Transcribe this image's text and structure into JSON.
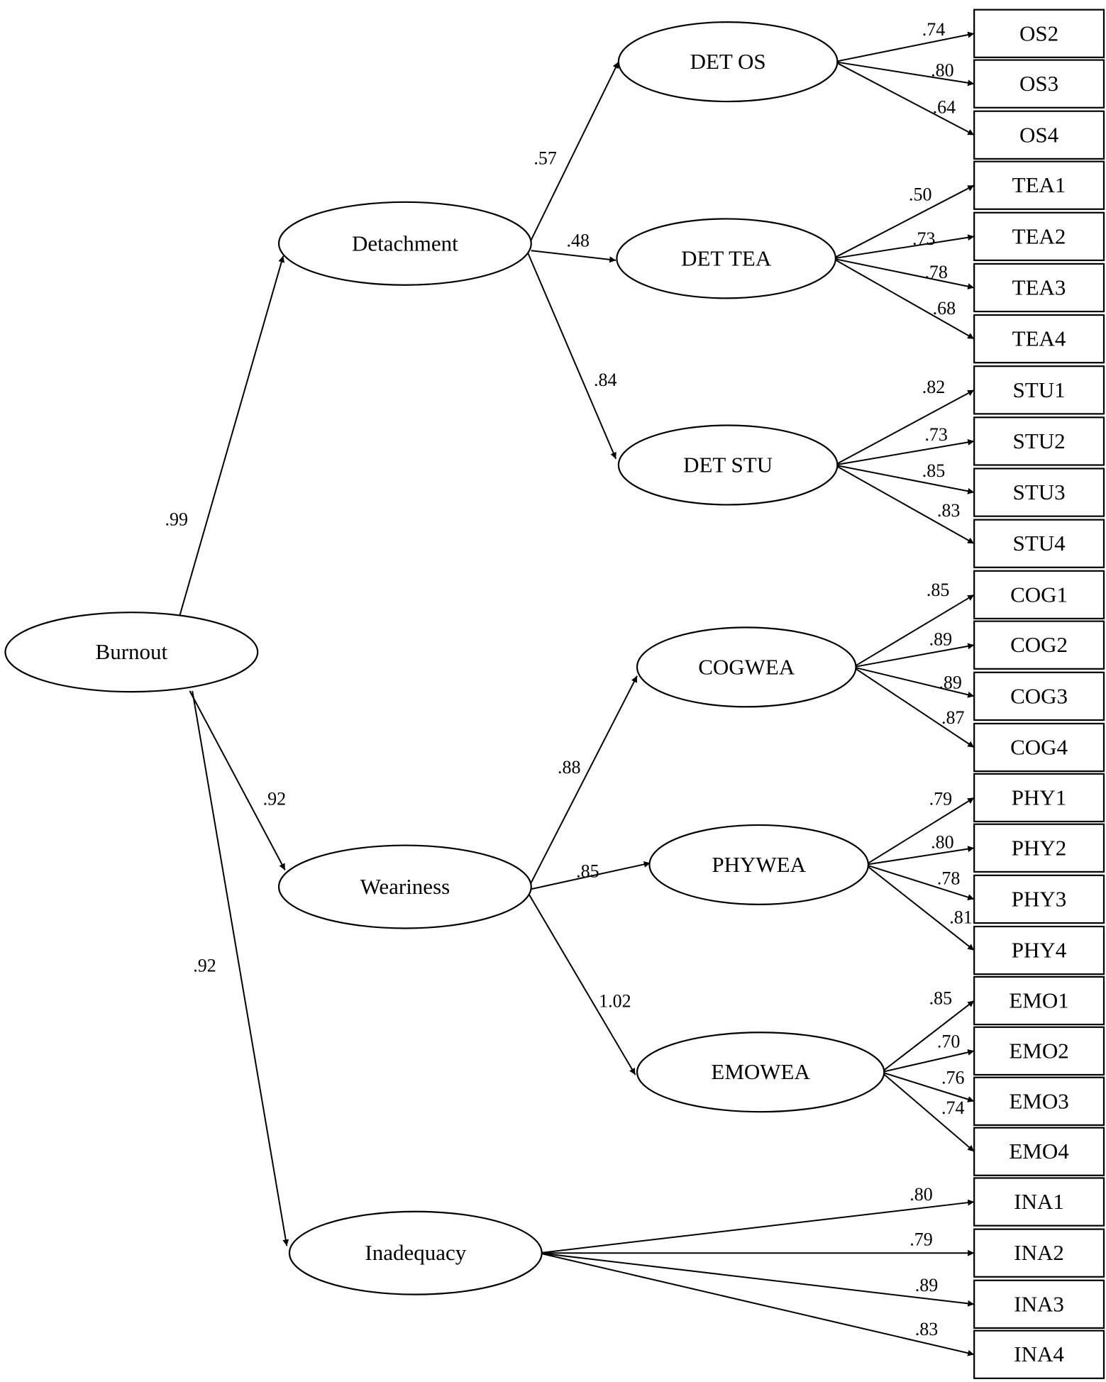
{
  "diagram": {
    "colors": {
      "stroke": "#000000",
      "background": "#ffffff"
    },
    "latent_factors": [
      {
        "id": "burnout",
        "label": "Burnout"
      },
      {
        "id": "detachment",
        "label": "Detachment"
      },
      {
        "id": "weariness",
        "label": "Weariness"
      },
      {
        "id": "inadequacy",
        "label": "Inadequacy"
      },
      {
        "id": "det_os",
        "label": "DET OS"
      },
      {
        "id": "det_tea",
        "label": "DET TEA"
      },
      {
        "id": "det_stu",
        "label": "DET STU"
      },
      {
        "id": "cogwea",
        "label": "COGWEA"
      },
      {
        "id": "phywea",
        "label": "PHYWEA"
      },
      {
        "id": "emowea",
        "label": "EMOWEA"
      }
    ],
    "indicators": [
      {
        "id": "os2",
        "label": "OS2"
      },
      {
        "id": "os3",
        "label": "OS3"
      },
      {
        "id": "os4",
        "label": "OS4"
      },
      {
        "id": "tea1",
        "label": "TEA1"
      },
      {
        "id": "tea2",
        "label": "TEA2"
      },
      {
        "id": "tea3",
        "label": "TEA3"
      },
      {
        "id": "tea4",
        "label": "TEA4"
      },
      {
        "id": "stu1",
        "label": "STU1"
      },
      {
        "id": "stu2",
        "label": "STU2"
      },
      {
        "id": "stu3",
        "label": "STU3"
      },
      {
        "id": "stu4",
        "label": "STU4"
      },
      {
        "id": "cog1",
        "label": "COG1"
      },
      {
        "id": "cog2",
        "label": "COG2"
      },
      {
        "id": "cog3",
        "label": "COG3"
      },
      {
        "id": "cog4",
        "label": "COG4"
      },
      {
        "id": "phy1",
        "label": "PHY1"
      },
      {
        "id": "phy2",
        "label": "PHY2"
      },
      {
        "id": "phy3",
        "label": "PHY3"
      },
      {
        "id": "phy4",
        "label": "PHY4"
      },
      {
        "id": "emo1",
        "label": "EMO1"
      },
      {
        "id": "emo2",
        "label": "EMO2"
      },
      {
        "id": "emo3",
        "label": "EMO3"
      },
      {
        "id": "emo4",
        "label": "EMO4"
      },
      {
        "id": "ina1",
        "label": "INA1"
      },
      {
        "id": "ina2",
        "label": "INA2"
      },
      {
        "id": "ina3",
        "label": "INA3"
      },
      {
        "id": "ina4",
        "label": "INA4"
      }
    ],
    "paths": [
      {
        "from": "burnout",
        "to": "detachment",
        "coef": ".99"
      },
      {
        "from": "burnout",
        "to": "weariness",
        "coef": ".92"
      },
      {
        "from": "burnout",
        "to": "inadequacy",
        "coef": ".92"
      },
      {
        "from": "detachment",
        "to": "det_os",
        "coef": ".57"
      },
      {
        "from": "detachment",
        "to": "det_tea",
        "coef": ".48"
      },
      {
        "from": "detachment",
        "to": "det_stu",
        "coef": ".84"
      },
      {
        "from": "weariness",
        "to": "cogwea",
        "coef": ".88"
      },
      {
        "from": "weariness",
        "to": "phywea",
        "coef": ".85"
      },
      {
        "from": "weariness",
        "to": "emowea",
        "coef": "1.02"
      },
      {
        "from": "det_os",
        "to": "os2",
        "coef": ".74"
      },
      {
        "from": "det_os",
        "to": "os3",
        "coef": ".80"
      },
      {
        "from": "det_os",
        "to": "os4",
        "coef": ".64"
      },
      {
        "from": "det_tea",
        "to": "tea1",
        "coef": ".50"
      },
      {
        "from": "det_tea",
        "to": "tea2",
        "coef": ".73"
      },
      {
        "from": "det_tea",
        "to": "tea3",
        "coef": ".78"
      },
      {
        "from": "det_tea",
        "to": "tea4",
        "coef": ".68"
      },
      {
        "from": "det_stu",
        "to": "stu1",
        "coef": ".82"
      },
      {
        "from": "det_stu",
        "to": "stu2",
        "coef": ".73"
      },
      {
        "from": "det_stu",
        "to": "stu3",
        "coef": ".85"
      },
      {
        "from": "det_stu",
        "to": "stu4",
        "coef": ".83"
      },
      {
        "from": "cogwea",
        "to": "cog1",
        "coef": ".85"
      },
      {
        "from": "cogwea",
        "to": "cog2",
        "coef": ".89"
      },
      {
        "from": "cogwea",
        "to": "cog3",
        "coef": ".89"
      },
      {
        "from": "cogwea",
        "to": "cog4",
        "coef": ".87"
      },
      {
        "from": "phywea",
        "to": "phy1",
        "coef": ".79"
      },
      {
        "from": "phywea",
        "to": "phy2",
        "coef": ".80"
      },
      {
        "from": "phywea",
        "to": "phy3",
        "coef": ".78"
      },
      {
        "from": "phywea",
        "to": "phy4",
        "coef": ".81"
      },
      {
        "from": "emowea",
        "to": "emo1",
        "coef": ".85"
      },
      {
        "from": "emowea",
        "to": "emo2",
        "coef": ".70"
      },
      {
        "from": "emowea",
        "to": "emo3",
        "coef": ".76"
      },
      {
        "from": "emowea",
        "to": "emo4",
        "coef": ".74"
      },
      {
        "from": "inadequacy",
        "to": "ina1",
        "coef": ".80"
      },
      {
        "from": "inadequacy",
        "to": "ina2",
        "coef": ".79"
      },
      {
        "from": "inadequacy",
        "to": "ina3",
        "coef": ".89"
      },
      {
        "from": "inadequacy",
        "to": "ina4",
        "coef": ".83"
      }
    ]
  }
}
